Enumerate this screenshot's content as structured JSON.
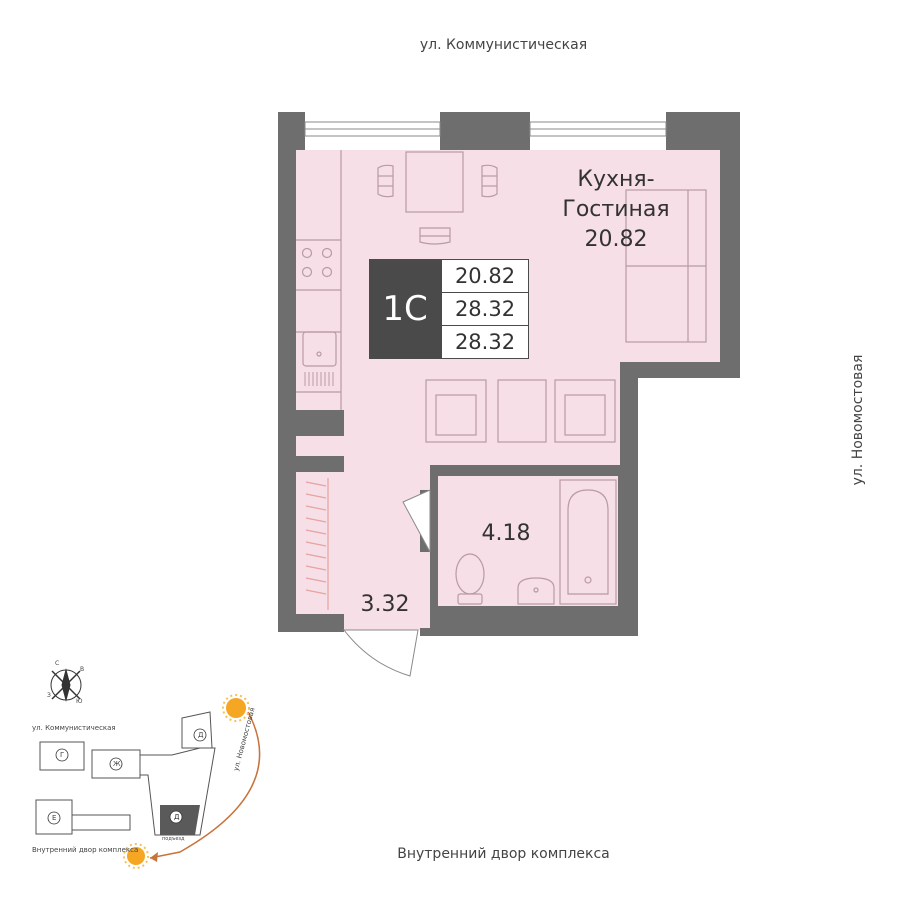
{
  "streets": {
    "top": "ул. Коммунистическая",
    "bottom": "Внутренний двор комплекса",
    "right": "ул. Новомостовая"
  },
  "rooms": {
    "kitchen_living": {
      "name_line1": "Кухня-",
      "name_line2": "Гостиная",
      "area": "20.82"
    },
    "bathroom": {
      "area": "4.18"
    },
    "hallway": {
      "area": "3.32"
    }
  },
  "apartment_badge": {
    "type": "1С",
    "living_area": "20.82",
    "total_area": "28.32",
    "area_with_balcony": "28.32"
  },
  "site_plan": {
    "street_top": "ул. Коммунистическая",
    "street_side": "ул. Новомостовая",
    "courtyard": "Внутренний двор комплекса",
    "buildings": [
      "Г",
      "Ж",
      "Д",
      "Д",
      "Е"
    ],
    "entrance_label": "подъезд",
    "compass": {
      "n": "С",
      "e": "В",
      "s": "Ю",
      "w": "З"
    }
  },
  "colors": {
    "wall": "#6e6e6e",
    "floor": "#f6dfe6",
    "badge_dark": "#4a4a4a",
    "sun": "#f5a623",
    "sun_path": "#c8733a"
  }
}
